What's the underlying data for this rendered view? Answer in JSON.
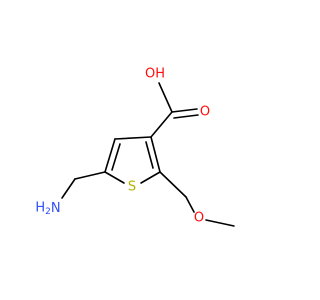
{
  "molecule": {
    "atom_labels": {
      "hydroxyl": "OH",
      "carbonyl_oxygen": "O",
      "ring_sulfur": "S",
      "ether_oxygen": "O",
      "amine": "H2N"
    },
    "colors": {
      "bond": "#000000",
      "oxygen": "#ff0d0d",
      "sulfur": "#b2b200",
      "nitrogen": "#3050f8"
    }
  }
}
